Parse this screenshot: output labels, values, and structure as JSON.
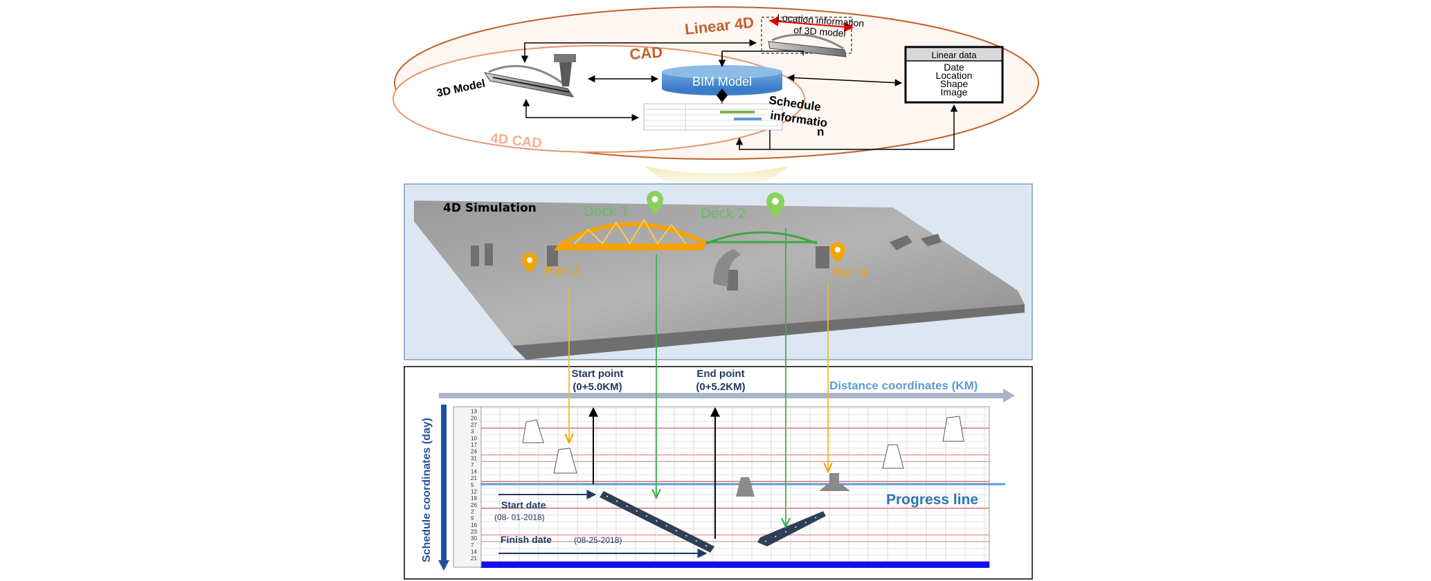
{
  "top": {
    "linear_label_line1": "Linear 4D",
    "linear_label_line2": "CAD",
    "cad4d_label": "4D CAD",
    "model3d_label": "3D Model",
    "bim_label": "BIM Model",
    "schedule_line1": "Schedule",
    "schedule_line2": "informatio",
    "schedule_line3": "n",
    "location_line1": "Location information",
    "location_line2": "of 3D model",
    "linear_data": {
      "title": "Linear data",
      "items": [
        "Date",
        "Location",
        "Shape",
        "Image"
      ]
    }
  },
  "sim": {
    "title": "4D Simulation",
    "deck1": "Deck 1",
    "deck2": "Deck 2",
    "pier2": "Pier 2",
    "pier4": "Pier 4"
  },
  "chart": {
    "start_point_line1": "Start point",
    "start_point_line2": "(0+5.0KM)",
    "end_point_line1": "End point",
    "end_point_line2": "(0+5.2KM)",
    "distance_axis": "Distance coordinates (KM)",
    "schedule_axis": "Schedule coordinates (day)",
    "progress_line": "Progress line",
    "start_date_label": "Start date",
    "start_date_value": "(08- 01-2018)",
    "finish_date_label": "Finish date",
    "finish_date_value": "(08-25-2018)",
    "day_ticks": [
      "13",
      "20",
      "27",
      "3",
      "10",
      "17",
      "24",
      "31",
      "7",
      "14",
      "21",
      "5",
      "12",
      "19",
      "26",
      "2",
      "9",
      "16",
      "23",
      "30",
      "7",
      "14",
      "21"
    ]
  },
  "colors": {
    "orange": "#c0622a",
    "gold": "#f5a300",
    "green": "#4caf50",
    "navy": "#1f3864",
    "axis_gray": "#a9b5c8",
    "progress_blue": "#5b9bd5",
    "deep_blue": "#1f4e9e"
  }
}
